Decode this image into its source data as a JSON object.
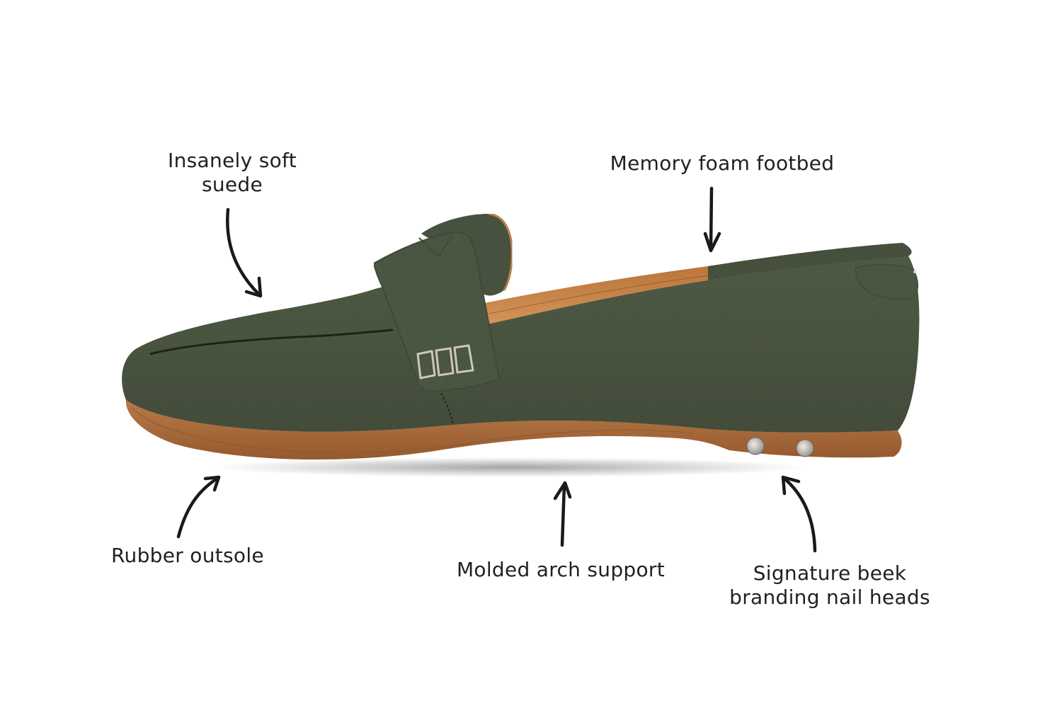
{
  "figure": {
    "subject": "Green suede penny loafer, side profile",
    "colors": {
      "suede": "#2f3a26",
      "suede_shadow": "#232c1c",
      "suede_highlight": "#3d4a32",
      "lining": "#c07a3e",
      "outsole": "#a8683a",
      "outsole_dark": "#8a5228",
      "stitching": "#d9d0c4",
      "nail_head": "#c9c7c0",
      "text": "#231f20",
      "arrow": "#1a1a1a",
      "background": "#ffffff"
    }
  },
  "callouts": [
    {
      "id": "suede",
      "line1": "Insanely soft",
      "line2": "suede"
    },
    {
      "id": "footbed",
      "line1": "Memory foam footbed"
    },
    {
      "id": "outsole",
      "line1": "Rubber outsole"
    },
    {
      "id": "arch",
      "line1": "Molded arch support"
    },
    {
      "id": "nails",
      "line1": "Signature beek",
      "line2": "branding nail heads"
    }
  ]
}
